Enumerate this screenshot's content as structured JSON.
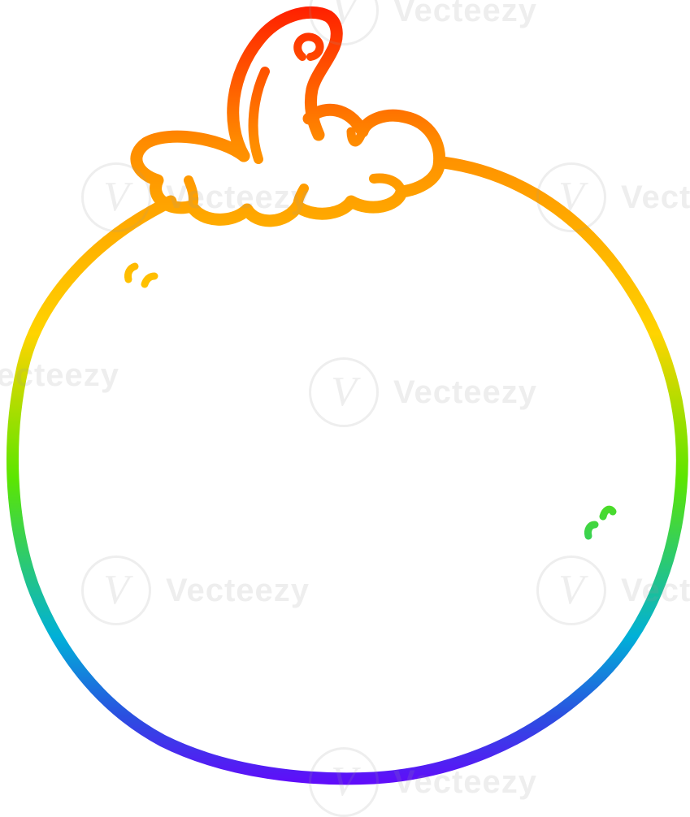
{
  "illustration": {
    "subject": "orange-fruit-outline",
    "gradient": {
      "top": "#ff1a00",
      "upper": "#ff8c00",
      "middle": "#ffd400",
      "green": "#5ce600",
      "cyan": "#00b0d8",
      "blue": "#2b4fe0",
      "bottom": "#6a00ff"
    },
    "watermark": {
      "text": "Vecteezy",
      "mark": "V"
    }
  }
}
